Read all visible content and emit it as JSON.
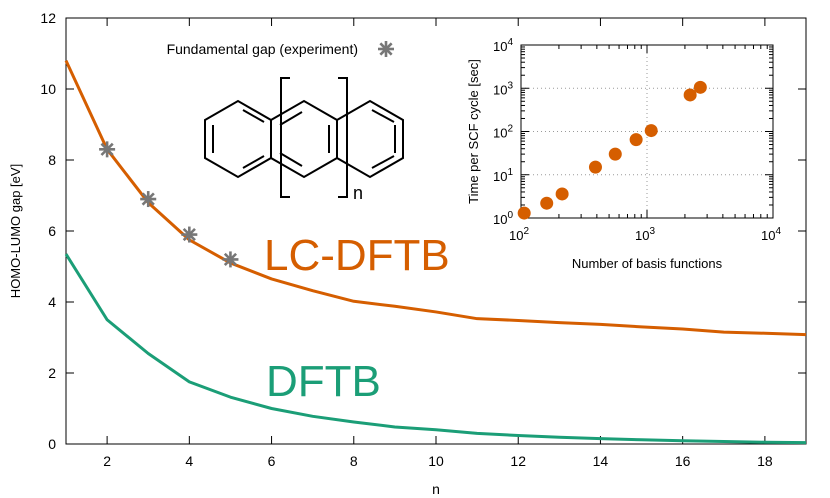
{
  "chart_data": [
    {
      "type": "line",
      "xlabel": "n",
      "ylabel": "HOMO-LUMO gap [eV]",
      "xlim": [
        1,
        19
      ],
      "ylim": [
        0,
        12
      ],
      "xticks": [
        2,
        4,
        6,
        8,
        10,
        12,
        14,
        16,
        18
      ],
      "yticks": [
        0,
        2,
        4,
        6,
        8,
        10,
        12
      ],
      "series": [
        {
          "name": "LC-DFTB",
          "color": "#d55e00",
          "x": [
            1,
            2,
            3,
            4,
            5,
            6,
            7,
            8,
            9,
            10,
            11,
            12,
            13,
            14,
            15,
            16,
            17,
            18,
            19
          ],
          "y": [
            10.8,
            8.3,
            6.8,
            5.75,
            5.1,
            4.65,
            4.32,
            4.02,
            3.88,
            3.72,
            3.53,
            3.48,
            3.42,
            3.37,
            3.3,
            3.24,
            3.15,
            3.12,
            3.08
          ]
        },
        {
          "name": "DFTB",
          "color": "#1b9e77",
          "x": [
            1,
            2,
            3,
            4,
            5,
            6,
            7,
            8,
            9,
            10,
            11,
            12,
            13,
            14,
            15,
            16,
            17,
            18,
            19
          ],
          "y": [
            5.35,
            3.5,
            2.55,
            1.75,
            1.32,
            1.0,
            0.78,
            0.62,
            0.48,
            0.4,
            0.3,
            0.24,
            0.19,
            0.15,
            0.12,
            0.09,
            0.07,
            0.05,
            0.04
          ]
        },
        {
          "name": "Fundamental gap (experiment)",
          "marker": "asterisk",
          "color": "#777777",
          "x": [
            2,
            3,
            4,
            5
          ],
          "y": [
            8.3,
            6.9,
            5.9,
            5.2
          ]
        }
      ],
      "annotations": [
        "LC-DFTB",
        "DFTB",
        "n"
      ],
      "grid": false,
      "legend_position": "top"
    },
    {
      "type": "scatter",
      "xlabel": "Number of basis functions",
      "ylabel": "Time per SCF cycle [sec]",
      "xscale": "log",
      "yscale": "log",
      "xlim": [
        100,
        10000
      ],
      "ylim": [
        1,
        10000
      ],
      "xticks": [
        "10^2",
        "10^3",
        "10^4"
      ],
      "yticks": [
        "10^0",
        "10^1",
        "10^2",
        "10^3",
        "10^4"
      ],
      "grid": true,
      "series": [
        {
          "color": "#d55e00",
          "x": [
            106,
            160,
            212,
            390,
            560,
            820,
            1080,
            2200,
            2650
          ],
          "y": [
            1.3,
            2.2,
            3.6,
            15,
            30,
            65,
            105,
            700,
            1050
          ]
        }
      ]
    }
  ]
}
